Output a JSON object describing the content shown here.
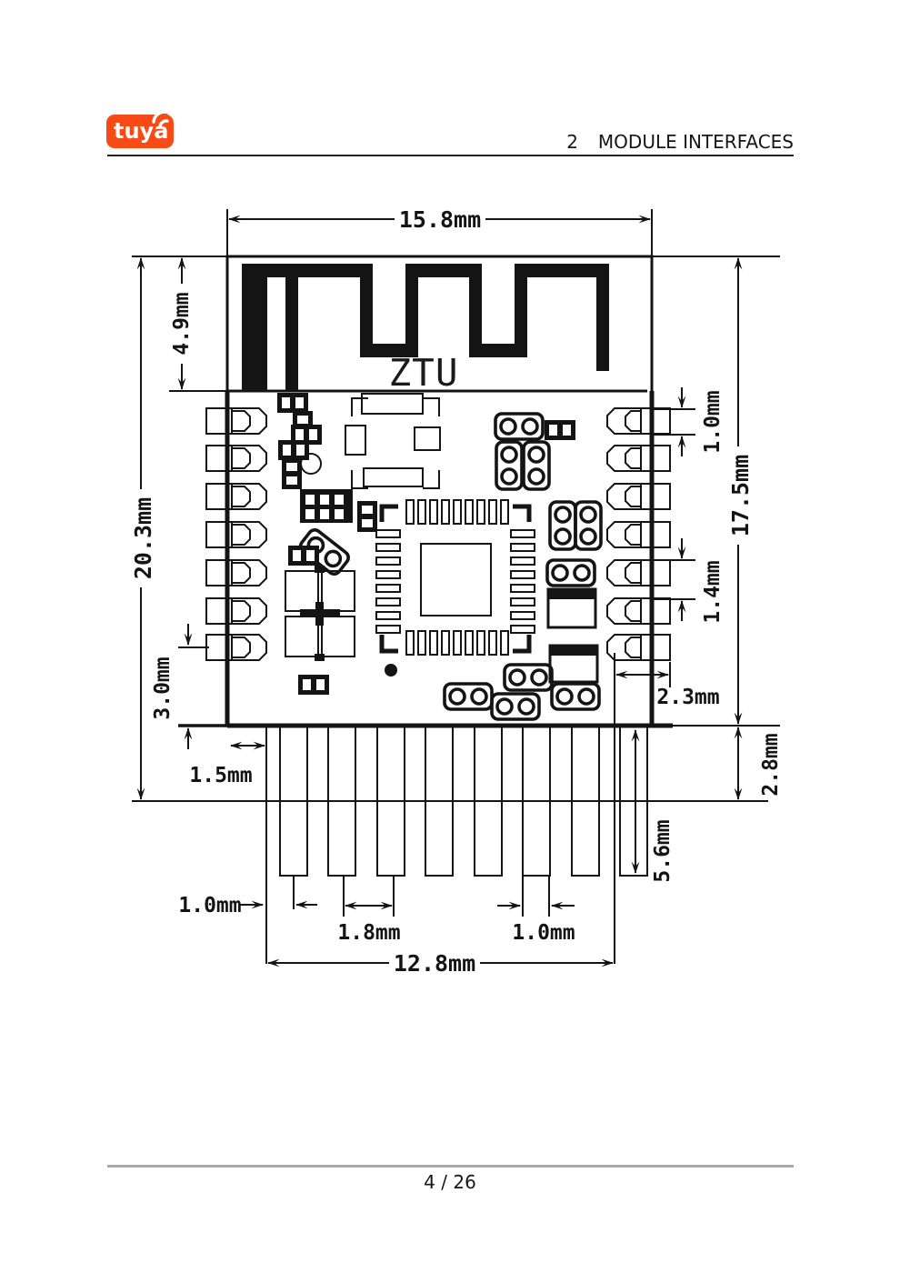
{
  "header": {
    "section_number": "2",
    "section_title": "MODULE INTERFACES"
  },
  "logo": {
    "brand": "tuya",
    "brand_color": "#f84a15"
  },
  "footer": {
    "page_indicator": "4 / 26"
  },
  "diagram": {
    "module_label": "ZTU",
    "dims": {
      "top_width": "15.8mm",
      "antenna_height": "4.9mm",
      "total_height": "20.3mm",
      "body_height": "17.5mm",
      "right_pad_width": "1.0mm",
      "right_pad_pitch": "1.4mm",
      "corner_pad_width": "2.3mm",
      "pin_overhang": "2.8mm",
      "bottom_pad_length": "5.6mm",
      "left_pad_offset": "3.0mm",
      "bottom_left_offset": "1.5mm",
      "bottom_pad_offset": "1.0mm",
      "bottom_pad_pitch": "1.8mm",
      "bottom_pad_width": "1.0mm",
      "bottom_width": "12.8mm"
    }
  }
}
